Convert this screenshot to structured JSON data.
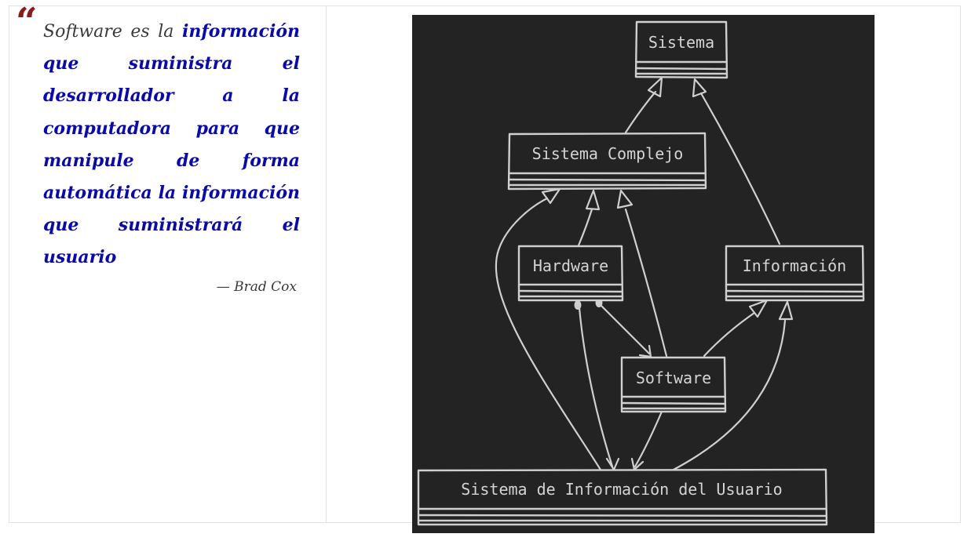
{
  "quote": {
    "lead": "Software es la",
    "emphasis": "información que suministra el desarrollador a la computadora para que manipule de forma automática la información que suministrará el usuario",
    "author": "— Brad Cox"
  },
  "diagram": {
    "classes": {
      "sistema": "Sistema",
      "sistema_complejo": "Sistema Complejo",
      "hardware": "Hardware",
      "informacion": "Información",
      "software": "Software",
      "siu": "Sistema de Información del Usuario"
    }
  },
  "colors": {
    "quote_mark": "#8b1a1a",
    "emphasis": "#0a0aa8",
    "diagram_bg": "#232323",
    "diagram_stroke": "#cfcfcf"
  }
}
